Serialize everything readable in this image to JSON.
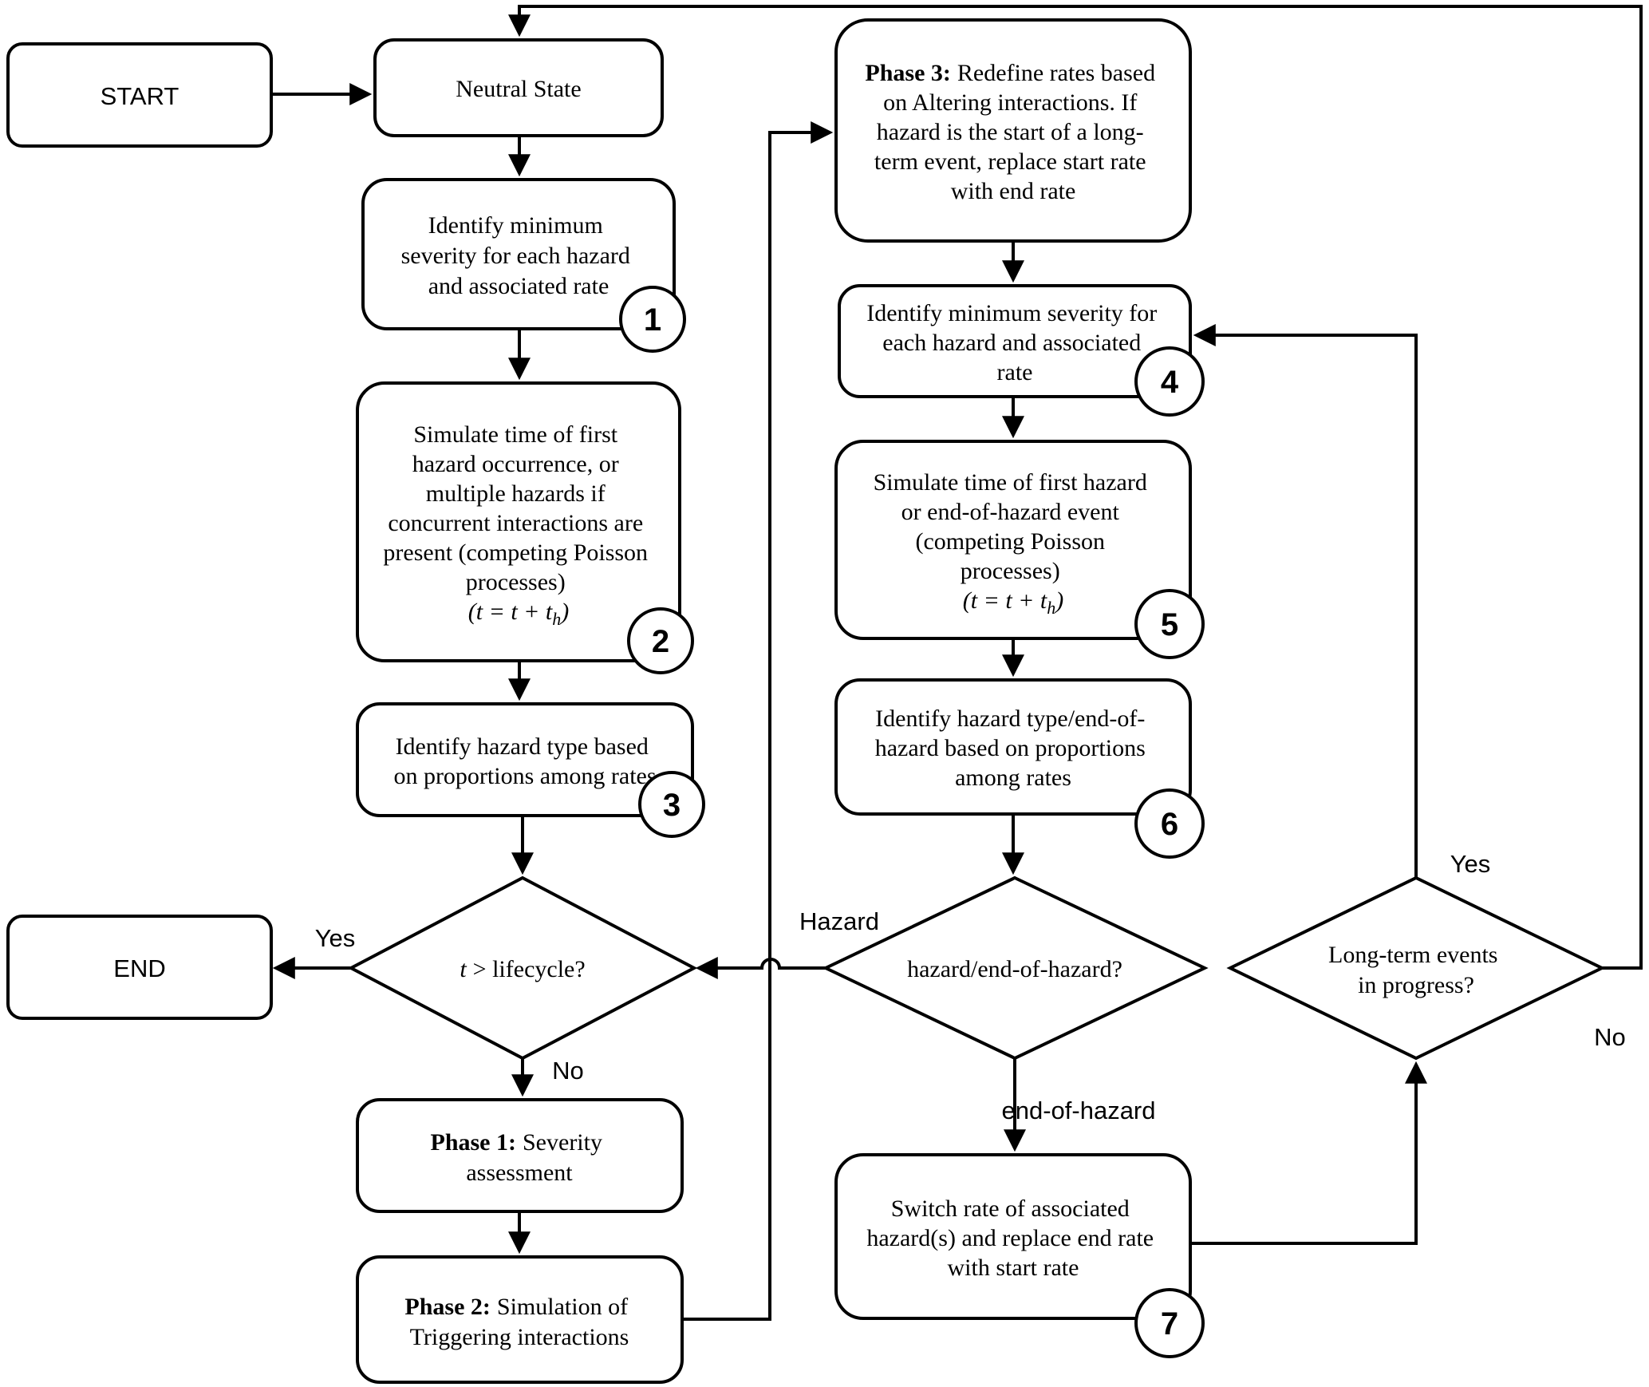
{
  "diagram": {
    "title_hint": "Hazard simulation flowchart",
    "colors": {
      "stroke": "#000000",
      "background": "#ffffff"
    },
    "terminals": {
      "start_label": "START",
      "end_label": "END"
    },
    "neutral": {
      "label": "Neutral State"
    },
    "box1": {
      "badge": "1",
      "lines": [
        "Identify minimum",
        "severity for each hazard",
        "and associated rate"
      ]
    },
    "box2": {
      "badge": "2",
      "lines": [
        "Simulate time of first",
        "hazard occurrence, or",
        "multiple hazards if",
        "concurrent interactions are",
        "present (competing Poisson",
        "processes)"
      ],
      "formula": {
        "main": "(t = t + t",
        "sub": "h",
        "end": ")"
      }
    },
    "box3": {
      "badge": "3",
      "lines": [
        "Identify hazard type based",
        "on proportions among rates"
      ]
    },
    "decision1": {
      "t": "t",
      "rest": "> lifecycle?",
      "yes_label": "Yes",
      "no_label": "No"
    },
    "phase1": {
      "bold": "Phase 1:",
      "rest": "Severity",
      "line2": "assessment"
    },
    "phase2": {
      "bold": "Phase 2:",
      "rest": "Simulation of",
      "line2": "Triggering interactions"
    },
    "phase3": {
      "bold": "Phase 3:",
      "rest": "Redefine rates based",
      "lines": [
        "on Altering interactions. If",
        "hazard is the start of a long-",
        "term event, replace start rate",
        "with end rate"
      ]
    },
    "box4": {
      "badge": "4",
      "lines": [
        "Identify minimum severity for",
        "each hazard and associated",
        "rate"
      ]
    },
    "box5": {
      "badge": "5",
      "lines": [
        "Simulate time of first hazard",
        "or end-of-hazard event",
        "(competing Poisson",
        "processes)"
      ],
      "formula": {
        "main": "(t = t + t",
        "sub": "h",
        "end": ")"
      }
    },
    "box6": {
      "badge": "6",
      "lines": [
        "Identify hazard type/end-of-",
        "hazard based on proportions",
        "among rates"
      ]
    },
    "decision2": {
      "label": "hazard/end-of-hazard?",
      "hazard_label": "Hazard",
      "end_of_hazard_label": "end-of-hazard"
    },
    "box7": {
      "badge": "7",
      "lines": [
        "Switch rate of associated",
        "hazard(s) and replace end rate",
        "with start rate"
      ]
    },
    "decision3": {
      "lines": [
        "Long-term events",
        "in progress?"
      ],
      "yes_label": "Yes",
      "no_label": "No"
    }
  }
}
